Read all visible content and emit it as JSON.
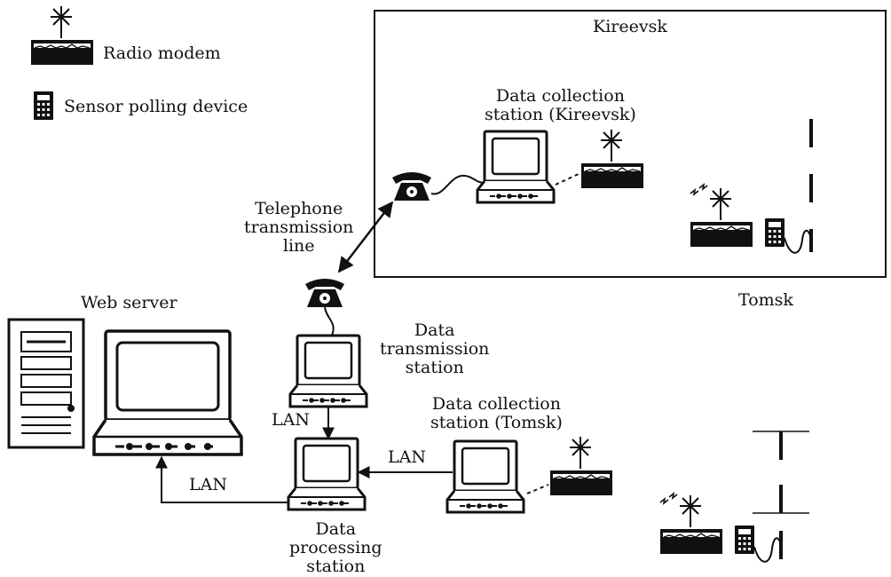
{
  "legend": {
    "radio_modem": "Radio modem",
    "sensor_polling_device": "Sensor polling device"
  },
  "regions": {
    "kireevsk": "Kireevsk",
    "tomsk": "Tomsk"
  },
  "nodes": {
    "dcs_kireevsk": "Data collection\nstation (Kireevsk)",
    "telephone_line": "Telephone\ntransmission\nline",
    "web_server": "Web server",
    "data_transmission": "Data\ntransmission\nstation",
    "dcs_tomsk": "Data collection\nstation (Tomsk)",
    "data_processing": "Data\nprocessing\nstation"
  },
  "links": {
    "lan_transmission_processing": "LAN",
    "lan_tomsk_processing": "LAN",
    "lan_processing_web": "LAN"
  }
}
